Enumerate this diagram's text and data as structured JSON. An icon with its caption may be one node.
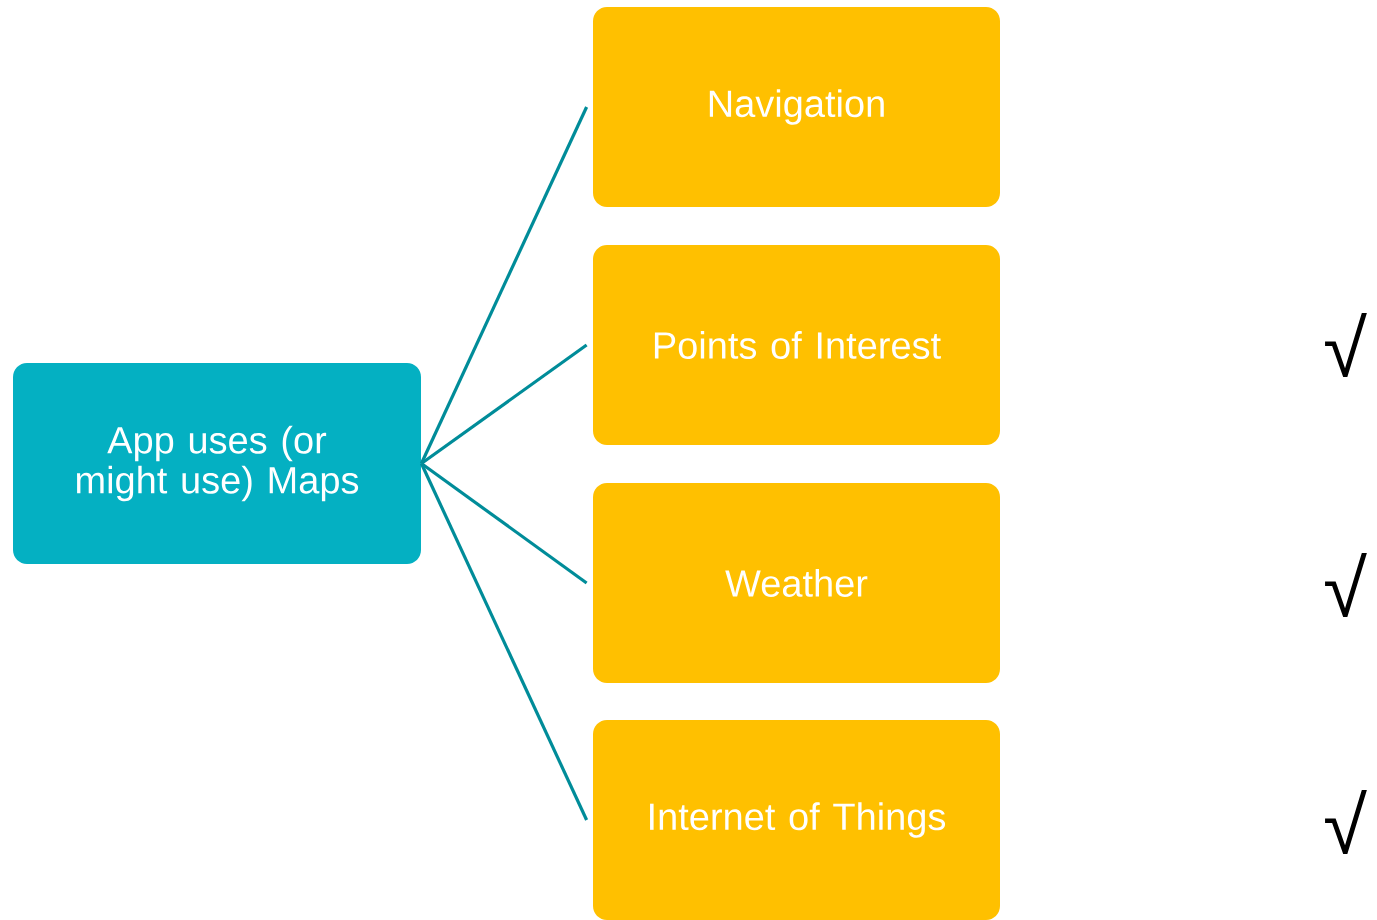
{
  "diagram": {
    "nodes": [
      {
        "text": [
          "App uses (or might use) Maps"
        ]
      },
      {
        "text": [
          "Navigation"
        ]
      },
      {
        "text": [
          "Points of Interest"
        ]
      },
      {
        "text": [
          "Weather"
        ]
      },
      {
        "text": [
          "Internet of Things"
        ]
      }
    ],
    "edges": [
      {
        "from": 0,
        "to": 1,
        "arrow": "none"
      },
      {
        "from": 0,
        "to": 2,
        "arrow": "none"
      },
      {
        "from": 0,
        "to": 3,
        "arrow": "none"
      },
      {
        "from": 0,
        "to": 4,
        "arrow": "none"
      }
    ],
    "labels": [
      "√",
      "√",
      "√"
    ]
  }
}
